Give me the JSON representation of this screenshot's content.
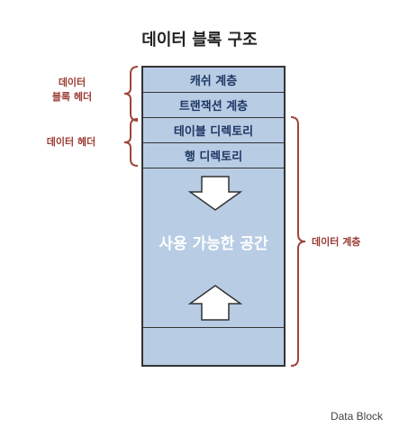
{
  "title": "데이터 블록 구조",
  "rows": {
    "cache_layer": "캐쉬 계층",
    "transaction_layer": "트랜잭션 계층",
    "table_directory": "테이블 디렉토리",
    "row_directory": "행 디렉토리"
  },
  "free_space": "사용 가능한 공간",
  "labels": {
    "block_header": [
      "데이터",
      "블록 헤더"
    ],
    "data_header": "데이터 헤더",
    "data_layer": "데이터 계층"
  },
  "caption": "Data Block",
  "colors": {
    "block_fill": "#b8cce4",
    "row_text": "#1f3864",
    "bracket_label": "#9b3b33",
    "bracket_line": "#a0453c"
  }
}
